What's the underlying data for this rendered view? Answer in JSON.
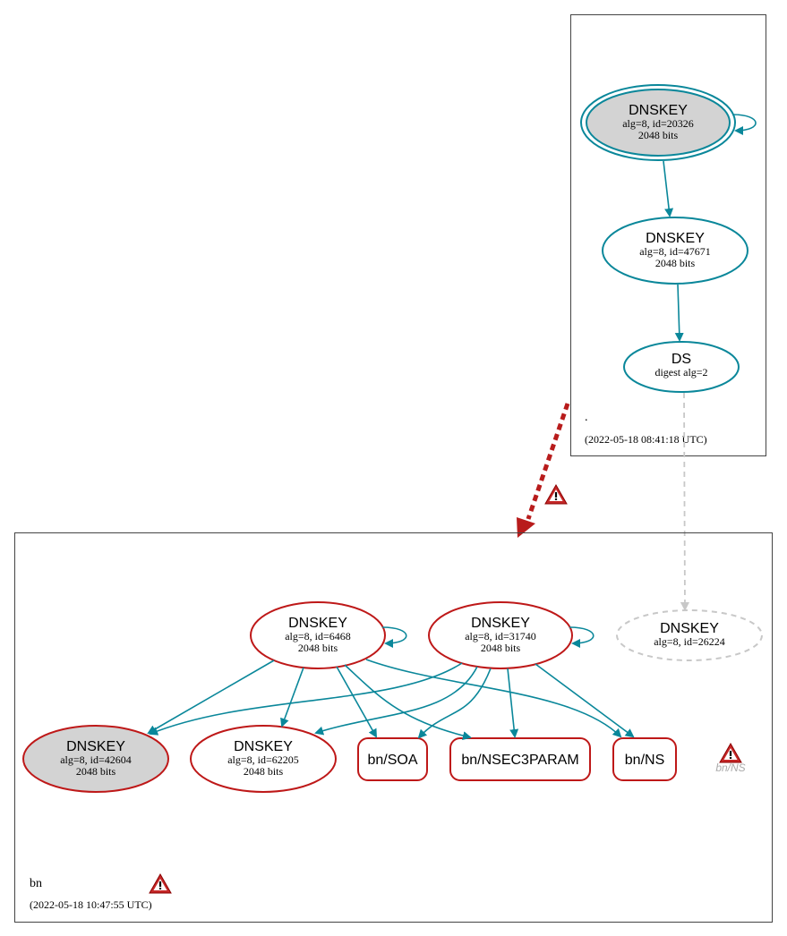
{
  "colors": {
    "teal": "#0a879a",
    "red": "#b81c1c",
    "dark_red": "#be1818",
    "gray_fill": "#d3d3d3",
    "light_gray": "#c8c8c8",
    "border": "#444444"
  },
  "zones": {
    "root": {
      "label": ".",
      "timestamp": "(2022-05-18 08:41:18 UTC)"
    },
    "bn": {
      "label": "bn",
      "timestamp": "(2022-05-18 10:47:55 UTC)"
    }
  },
  "nodes": {
    "root_ksk": {
      "title": "DNSKEY",
      "line1": "alg=8, id=20326",
      "line2": "2048 bits"
    },
    "root_zsk": {
      "title": "DNSKEY",
      "line1": "alg=8, id=47671",
      "line2": "2048 bits"
    },
    "root_ds": {
      "title": "DS",
      "line1": "digest alg=2"
    },
    "bn_6468": {
      "title": "DNSKEY",
      "line1": "alg=8, id=6468",
      "line2": "2048 bits"
    },
    "bn_31740": {
      "title": "DNSKEY",
      "line1": "alg=8, id=31740",
      "line2": "2048 bits"
    },
    "bn_26224": {
      "title": "DNSKEY",
      "line1": "alg=8, id=26224"
    },
    "bn_42604": {
      "title": "DNSKEY",
      "line1": "alg=8, id=42604",
      "line2": "2048 bits"
    },
    "bn_62205": {
      "title": "DNSKEY",
      "line1": "alg=8, id=62205",
      "line2": "2048 bits"
    },
    "bn_soa": {
      "label": "bn/SOA"
    },
    "bn_nsec3param": {
      "label": "bn/NSEC3PARAM"
    },
    "bn_ns": {
      "label": "bn/NS"
    },
    "bn_ns_warning": {
      "label": "bn/NS"
    }
  },
  "icons": {
    "warning": "warning-triangle-icon"
  }
}
